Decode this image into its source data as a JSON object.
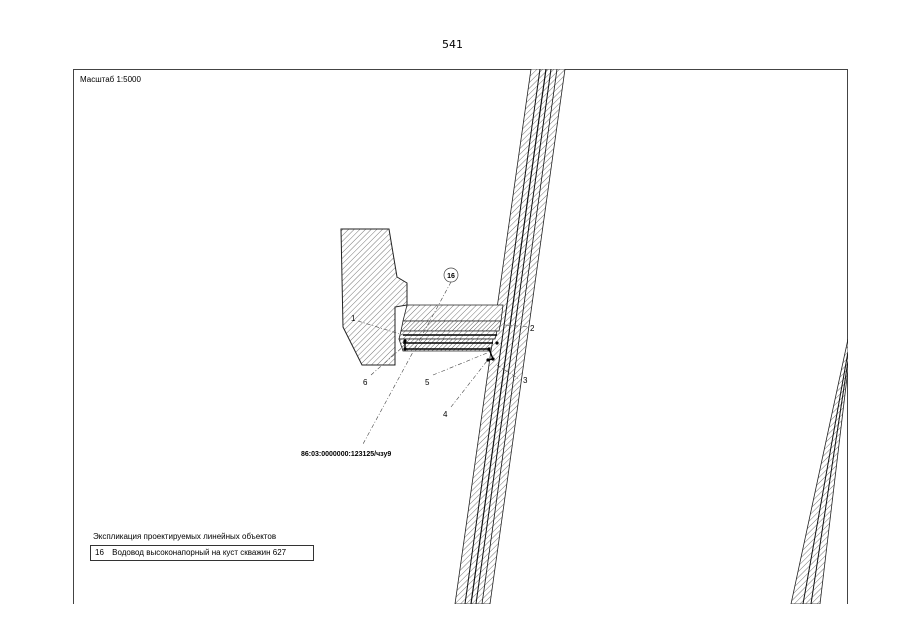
{
  "page_number": "541",
  "scale_label": "Масштаб 1:5000",
  "callouts": {
    "object_id": "16",
    "point_1": "1",
    "point_2": "2",
    "point_3": "3",
    "point_4": "4",
    "point_5": "5",
    "point_6": "6",
    "cadastral": "86:03:0000000:123125/чзу9"
  },
  "legend": {
    "title": "Экспликация проектируемых линейных объектов",
    "items": [
      {
        "number": "16",
        "label": "Водовод высоконапорный на куст скважин 627"
      }
    ]
  }
}
